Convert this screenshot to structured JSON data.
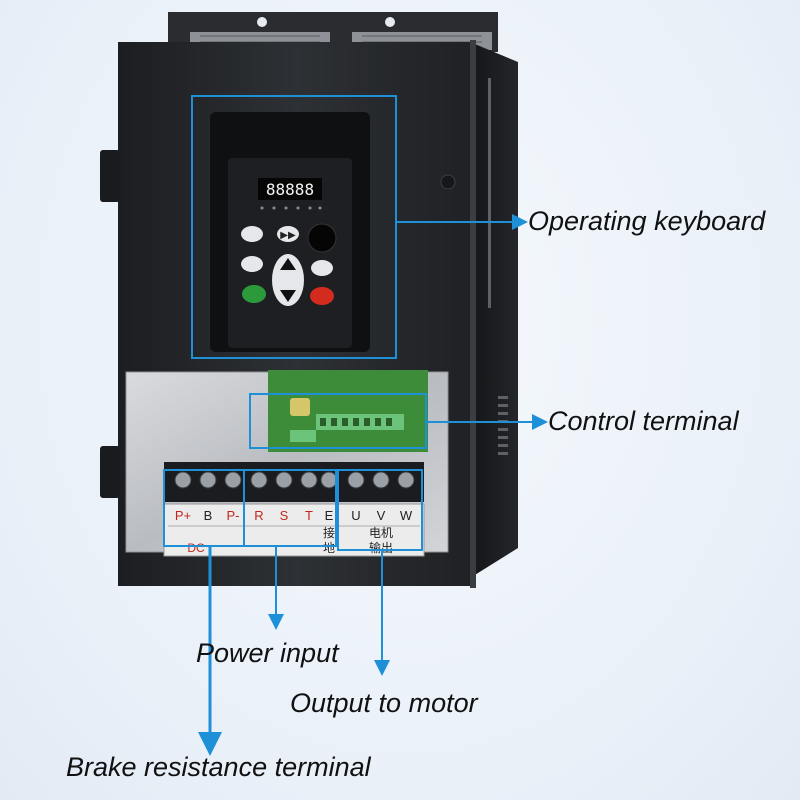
{
  "labels": {
    "operating_keyboard": "Operating keyboard",
    "control_terminal": "Control terminal",
    "power_input": "Power input",
    "output_to_motor": "Output to motor",
    "brake_resistance_terminal": "Brake resistance terminal"
  },
  "terminals": {
    "dc_group": [
      "P+",
      "B",
      "P-"
    ],
    "input_group": [
      "R",
      "S",
      "T"
    ],
    "earth": "E",
    "earth_cn_1": "接",
    "earth_cn_2": "地",
    "motor_group": [
      "U",
      "V",
      "W"
    ],
    "motor_cn_1": "电机",
    "motor_cn_2": "输出",
    "dc_cn": "DC"
  },
  "keypad": {
    "display_digits": "88888"
  },
  "colors": {
    "highlight": "#1e90d8",
    "housing": "#26292d",
    "housing_dark": "#1b1d20",
    "metal": "#c9ccd0",
    "pcb": "#3d8c3a",
    "terminal_green": "#6bc47a",
    "run_key": "#2c9a3a",
    "stop_key": "#d42b1f"
  }
}
